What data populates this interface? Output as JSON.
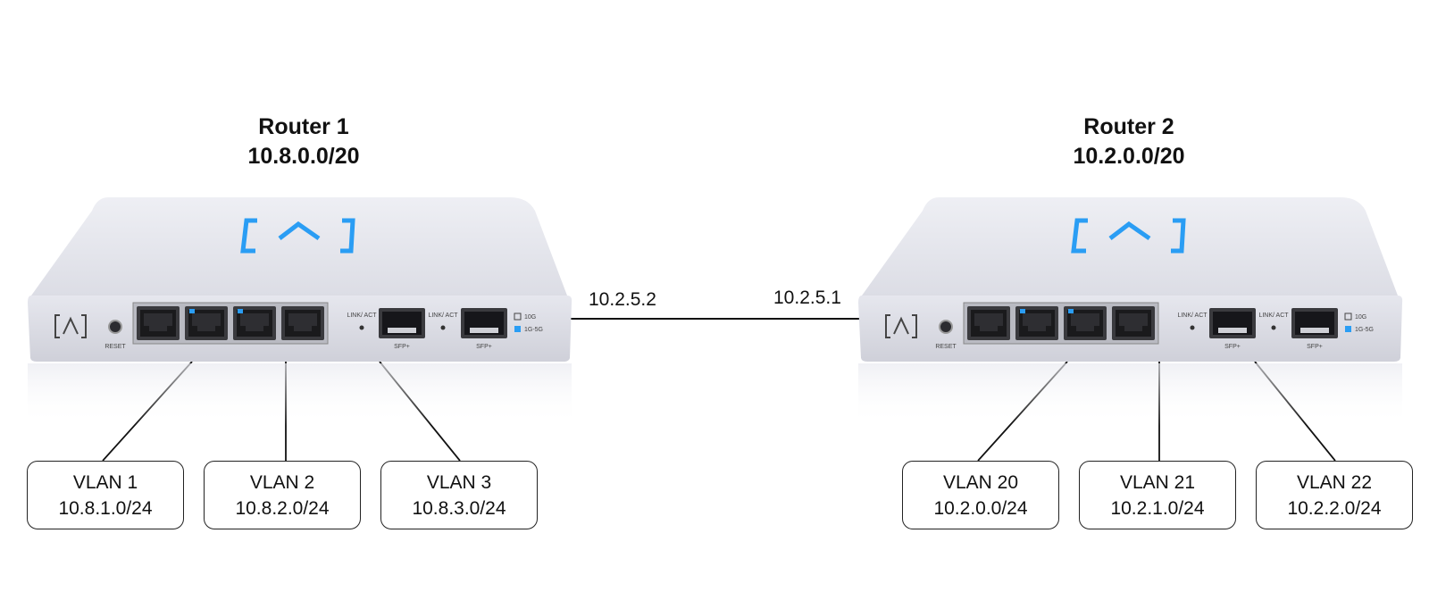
{
  "routers": [
    {
      "name": "Router 1",
      "subnet": "10.8.0.0/20"
    },
    {
      "name": "Router 2",
      "subnet": "10.2.0.0/20"
    }
  ],
  "link": {
    "router1_ip": "10.2.5.2",
    "router2_ip": "10.2.5.1"
  },
  "vlans": [
    {
      "name": "VLAN 1",
      "subnet": "10.8.1.0/24"
    },
    {
      "name": "VLAN 2",
      "subnet": "10.8.2.0/24"
    },
    {
      "name": "VLAN 3",
      "subnet": "10.8.3.0/24"
    },
    {
      "name": "VLAN 20",
      "subnet": "10.2.0.0/24"
    },
    {
      "name": "VLAN 21",
      "subnet": "10.2.1.0/24"
    },
    {
      "name": "VLAN 22",
      "subnet": "10.2.2.0/24"
    }
  ],
  "device_labels": {
    "reset": "RESET",
    "link_act": "LINK/ ACT",
    "sfp": "SFP+",
    "legend_10g": "10G",
    "legend_1g": "1G-5G"
  },
  "colors": {
    "accent": "#2a9df4",
    "device_body": "#e4e5ec",
    "line": "#111111"
  }
}
